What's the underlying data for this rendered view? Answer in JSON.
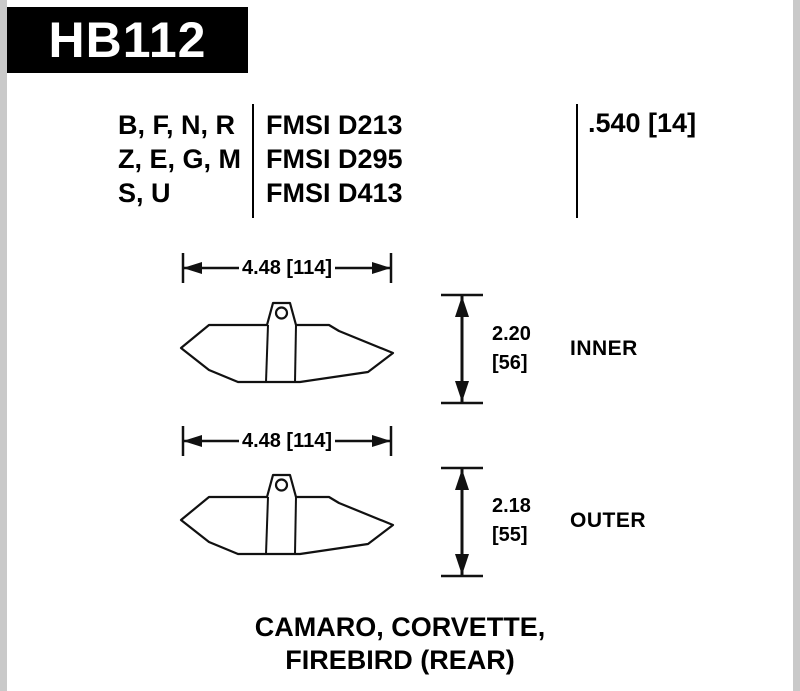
{
  "colors": {
    "banner_bg": "#000000",
    "banner_text": "#ffffff",
    "line": "#111111",
    "edge_strip": "#c9c9c9"
  },
  "banner": {
    "part_number": "HB112"
  },
  "spec_table": {
    "compounds": [
      "B, F, N, R",
      "Z, E, G, M",
      "S, U"
    ],
    "fmsi": [
      "FMSI D213",
      "FMSI D295",
      "FMSI D413"
    ],
    "thickness": ".540 [14]"
  },
  "pads": [
    {
      "label": "INNER",
      "width_dim": "4.48 [114]",
      "height_dim_in": "2.20",
      "height_dim_mm": "[56]"
    },
    {
      "label": "OUTER",
      "width_dim": "4.48 [114]",
      "height_dim_in": "2.18",
      "height_dim_mm": "[55]"
    }
  ],
  "application": {
    "line1": "CAMARO, CORVETTE,",
    "line2": "FIREBIRD (REAR)"
  }
}
